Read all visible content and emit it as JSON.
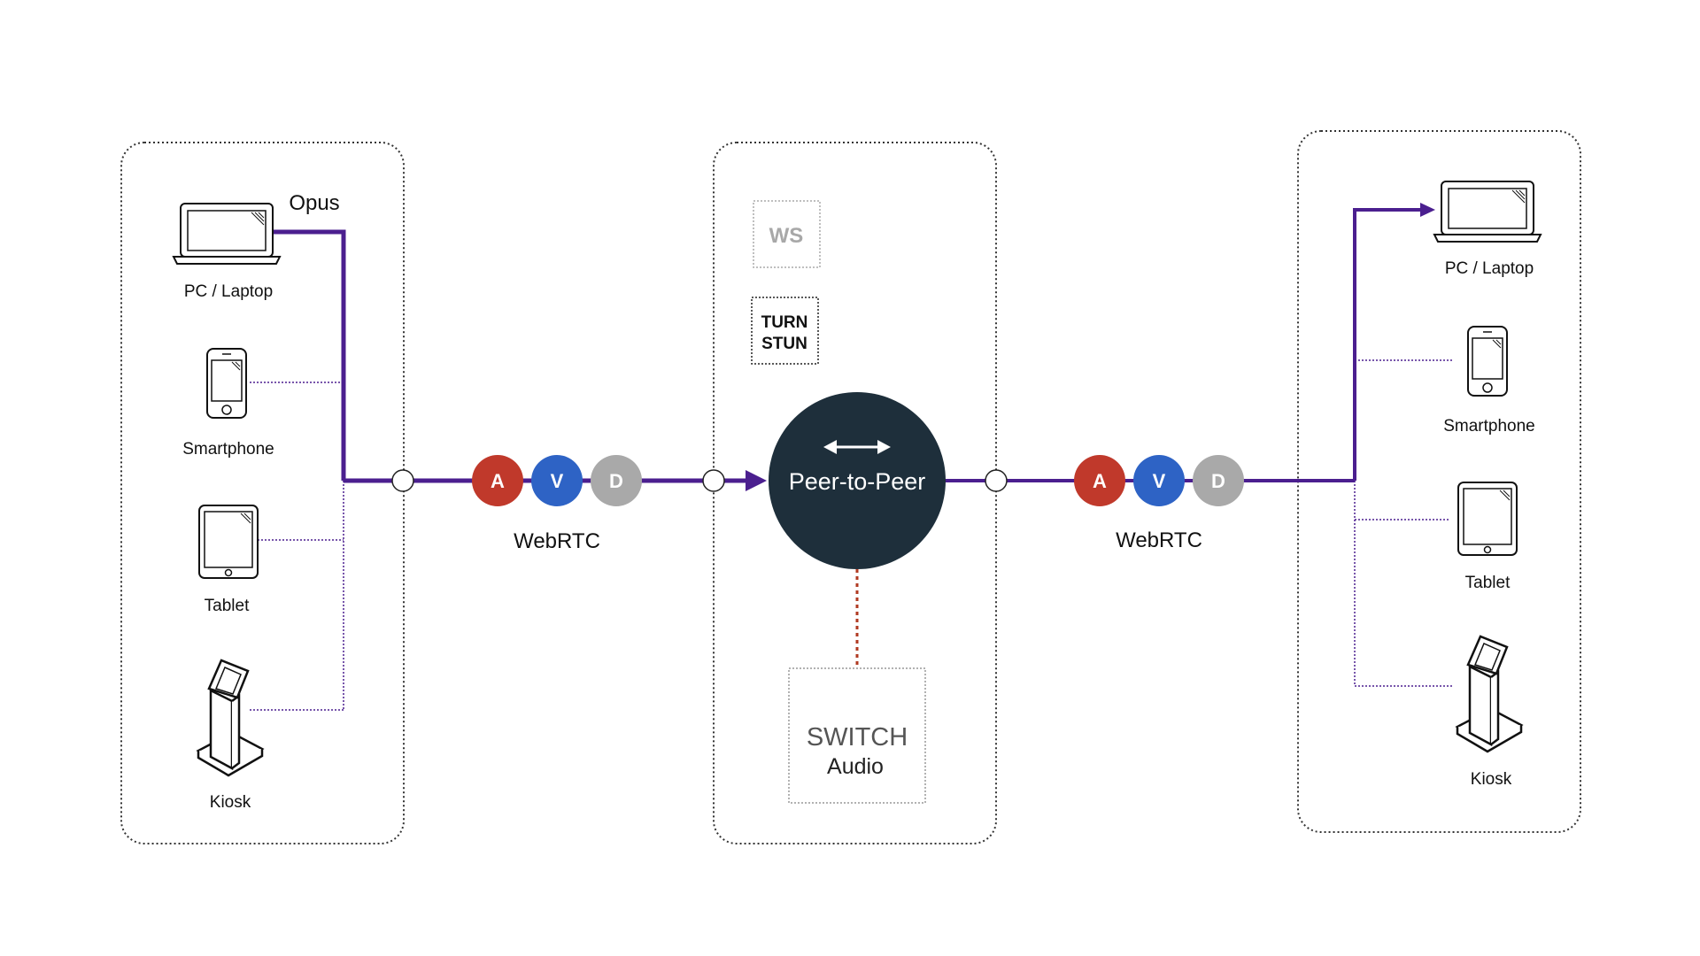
{
  "left_panel": {
    "codec_label": "Opus",
    "devices": [
      {
        "label": "PC / Laptop",
        "icon": "laptop-icon"
      },
      {
        "label": "Smartphone",
        "icon": "smartphone-icon"
      },
      {
        "label": "Tablet",
        "icon": "tablet-icon"
      },
      {
        "label": "Kiosk",
        "icon": "kiosk-icon"
      }
    ]
  },
  "right_panel": {
    "devices": [
      {
        "label": "PC / Laptop",
        "icon": "laptop-icon"
      },
      {
        "label": "Smartphone",
        "icon": "smartphone-icon"
      },
      {
        "label": "Tablet",
        "icon": "tablet-icon"
      },
      {
        "label": "Kiosk",
        "icon": "kiosk-icon"
      }
    ]
  },
  "left_link": {
    "protocol_label": "WebRTC",
    "badges": [
      {
        "letter": "A",
        "color": "#c0392b"
      },
      {
        "letter": "V",
        "color": "#2e63c5"
      },
      {
        "letter": "D",
        "color": "#a9a9a9"
      }
    ]
  },
  "right_link": {
    "protocol_label": "WebRTC",
    "badges": [
      {
        "letter": "A",
        "color": "#c0392b"
      },
      {
        "letter": "V",
        "color": "#2e63c5"
      },
      {
        "letter": "D",
        "color": "#a9a9a9"
      }
    ]
  },
  "center_panel": {
    "ws_label": "WS",
    "turn_label": "TURN",
    "stun_label": "STUN",
    "hub_label": "Peer-to-Peer",
    "hub_icon": "bidirectional-arrow-icon",
    "switch_title": "SWITCH",
    "switch_subtitle": "Audio"
  },
  "colors": {
    "connection_line": "#4b1f8f",
    "hub_fill": "#1e2f3b",
    "switch_link": "#b03a22",
    "panel_border": "#333333"
  }
}
